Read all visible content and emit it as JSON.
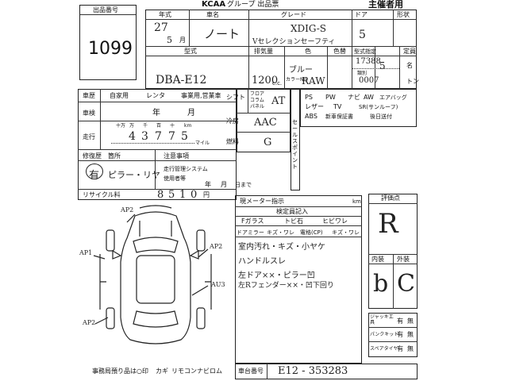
{
  "header": {
    "logo": "KCAA",
    "title": "グループ 出品票",
    "organizer": "主催者用",
    "lot_label": "出品番号",
    "lot_number": "1099"
  },
  "row1": {
    "year_label": "年式",
    "year": "27",
    "month": "5",
    "month_unit": "月",
    "name_label": "車名",
    "name": "ノート",
    "grade_label": "グレード",
    "grade_top": "XDIG-S",
    "grade_bottom": "Vセレクションセーフティ",
    "doors_label": "ドア",
    "doors": "5",
    "shape_label": "形状"
  },
  "row2": {
    "model_label": "型式",
    "model": "DBA-E12",
    "cc_label": "排気量",
    "cc": "1200",
    "cc_unit": "c.c.",
    "color_label": "色",
    "color": "ブルー",
    "color_no_label": "カラーNo.",
    "color_no": "RAW",
    "color_change_label": "色替",
    "spec_label": "型式指定",
    "spec": "17388",
    "class_label": "類別",
    "class": "0007",
    "capacity_label": "定員",
    "capacity": "5",
    "capacity_unit": "名",
    "ton_label": "トン"
  },
  "left": {
    "history_label": "車歴",
    "private": "自家用",
    "rental": "レンタ",
    "business": "事業用,営業車",
    "inspection_label": "車検",
    "year_unit": "年",
    "month_unit": "月",
    "mileage_label": "走行",
    "digit_labels": [
      "十万",
      "万",
      "千",
      "百",
      "十",
      "km"
    ],
    "mileage_digits": [
      "4",
      "3",
      "7",
      "7",
      "5"
    ],
    "mile_label": "マイル",
    "repair_label": "修復歴",
    "repair_place": "箇所",
    "repair_value": "有",
    "repair_note": "ピラー・リヤ",
    "notes": [
      "注意事項",
      "走行管理システム",
      "使用者等",
      "年",
      "月",
      "日まで"
    ],
    "recycle_label": "リサイクル料",
    "recycle_digits": [
      "8",
      "5",
      "1",
      "0"
    ],
    "yen": "円"
  },
  "mid": {
    "shift_label": "シフト",
    "floor": "フロア",
    "column": "コラム",
    "panel": "パネル",
    "shift": "AT",
    "ac_label": "冷房",
    "ac": "AAC",
    "fuel_label": "燃料",
    "fuel": "G",
    "sale_point": "セールスポイント",
    "equipment": [
      "PS",
      "PW",
      "ナビ",
      "SR(サンルーフ)",
      "AW",
      "エアバッグ",
      "ABS",
      "新車保証書",
      "レザー",
      "TV",
      "後日送付"
    ]
  },
  "meter": {
    "label": "現メーター指示",
    "km": "km",
    "inspector_label": "検定員記入",
    "options": [
      "Fガラス",
      "トビ石",
      "ヒビワレ",
      "ドアミラー",
      "キズ・ワレ",
      "電格(CP)",
      "キズ・ワレ"
    ],
    "notes": [
      "室内汚れ・キズ・小ヤケ",
      "ハンドルスレ",
      "左ドア××・ピラー凹",
      "左Rフェンダー××・凹下回り"
    ]
  },
  "grade": {
    "label": "評価点",
    "overall": "R",
    "interior_label": "内装",
    "exterior_label": "外装",
    "interior": "b",
    "exterior": "C"
  },
  "tools": {
    "jack_label": "ジャッキ工具",
    "jack_opts": [
      "有",
      "無"
    ],
    "puncture_label": "パンクキット",
    "puncture_opts": [
      "有",
      "無"
    ],
    "spare_label": "スペアタイヤ",
    "spare_opts": [
      "有",
      "無"
    ]
  },
  "diagram": {
    "marks": [
      "AP2",
      "AP1",
      "AP2",
      "AU3",
      "AP2"
    ]
  },
  "footer": {
    "office_note": "事務局預り品は○印",
    "items": [
      "カギ",
      "リモコン",
      "ナビロム"
    ],
    "chassis_label": "車台番号",
    "chassis": "E12 - 353283"
  }
}
